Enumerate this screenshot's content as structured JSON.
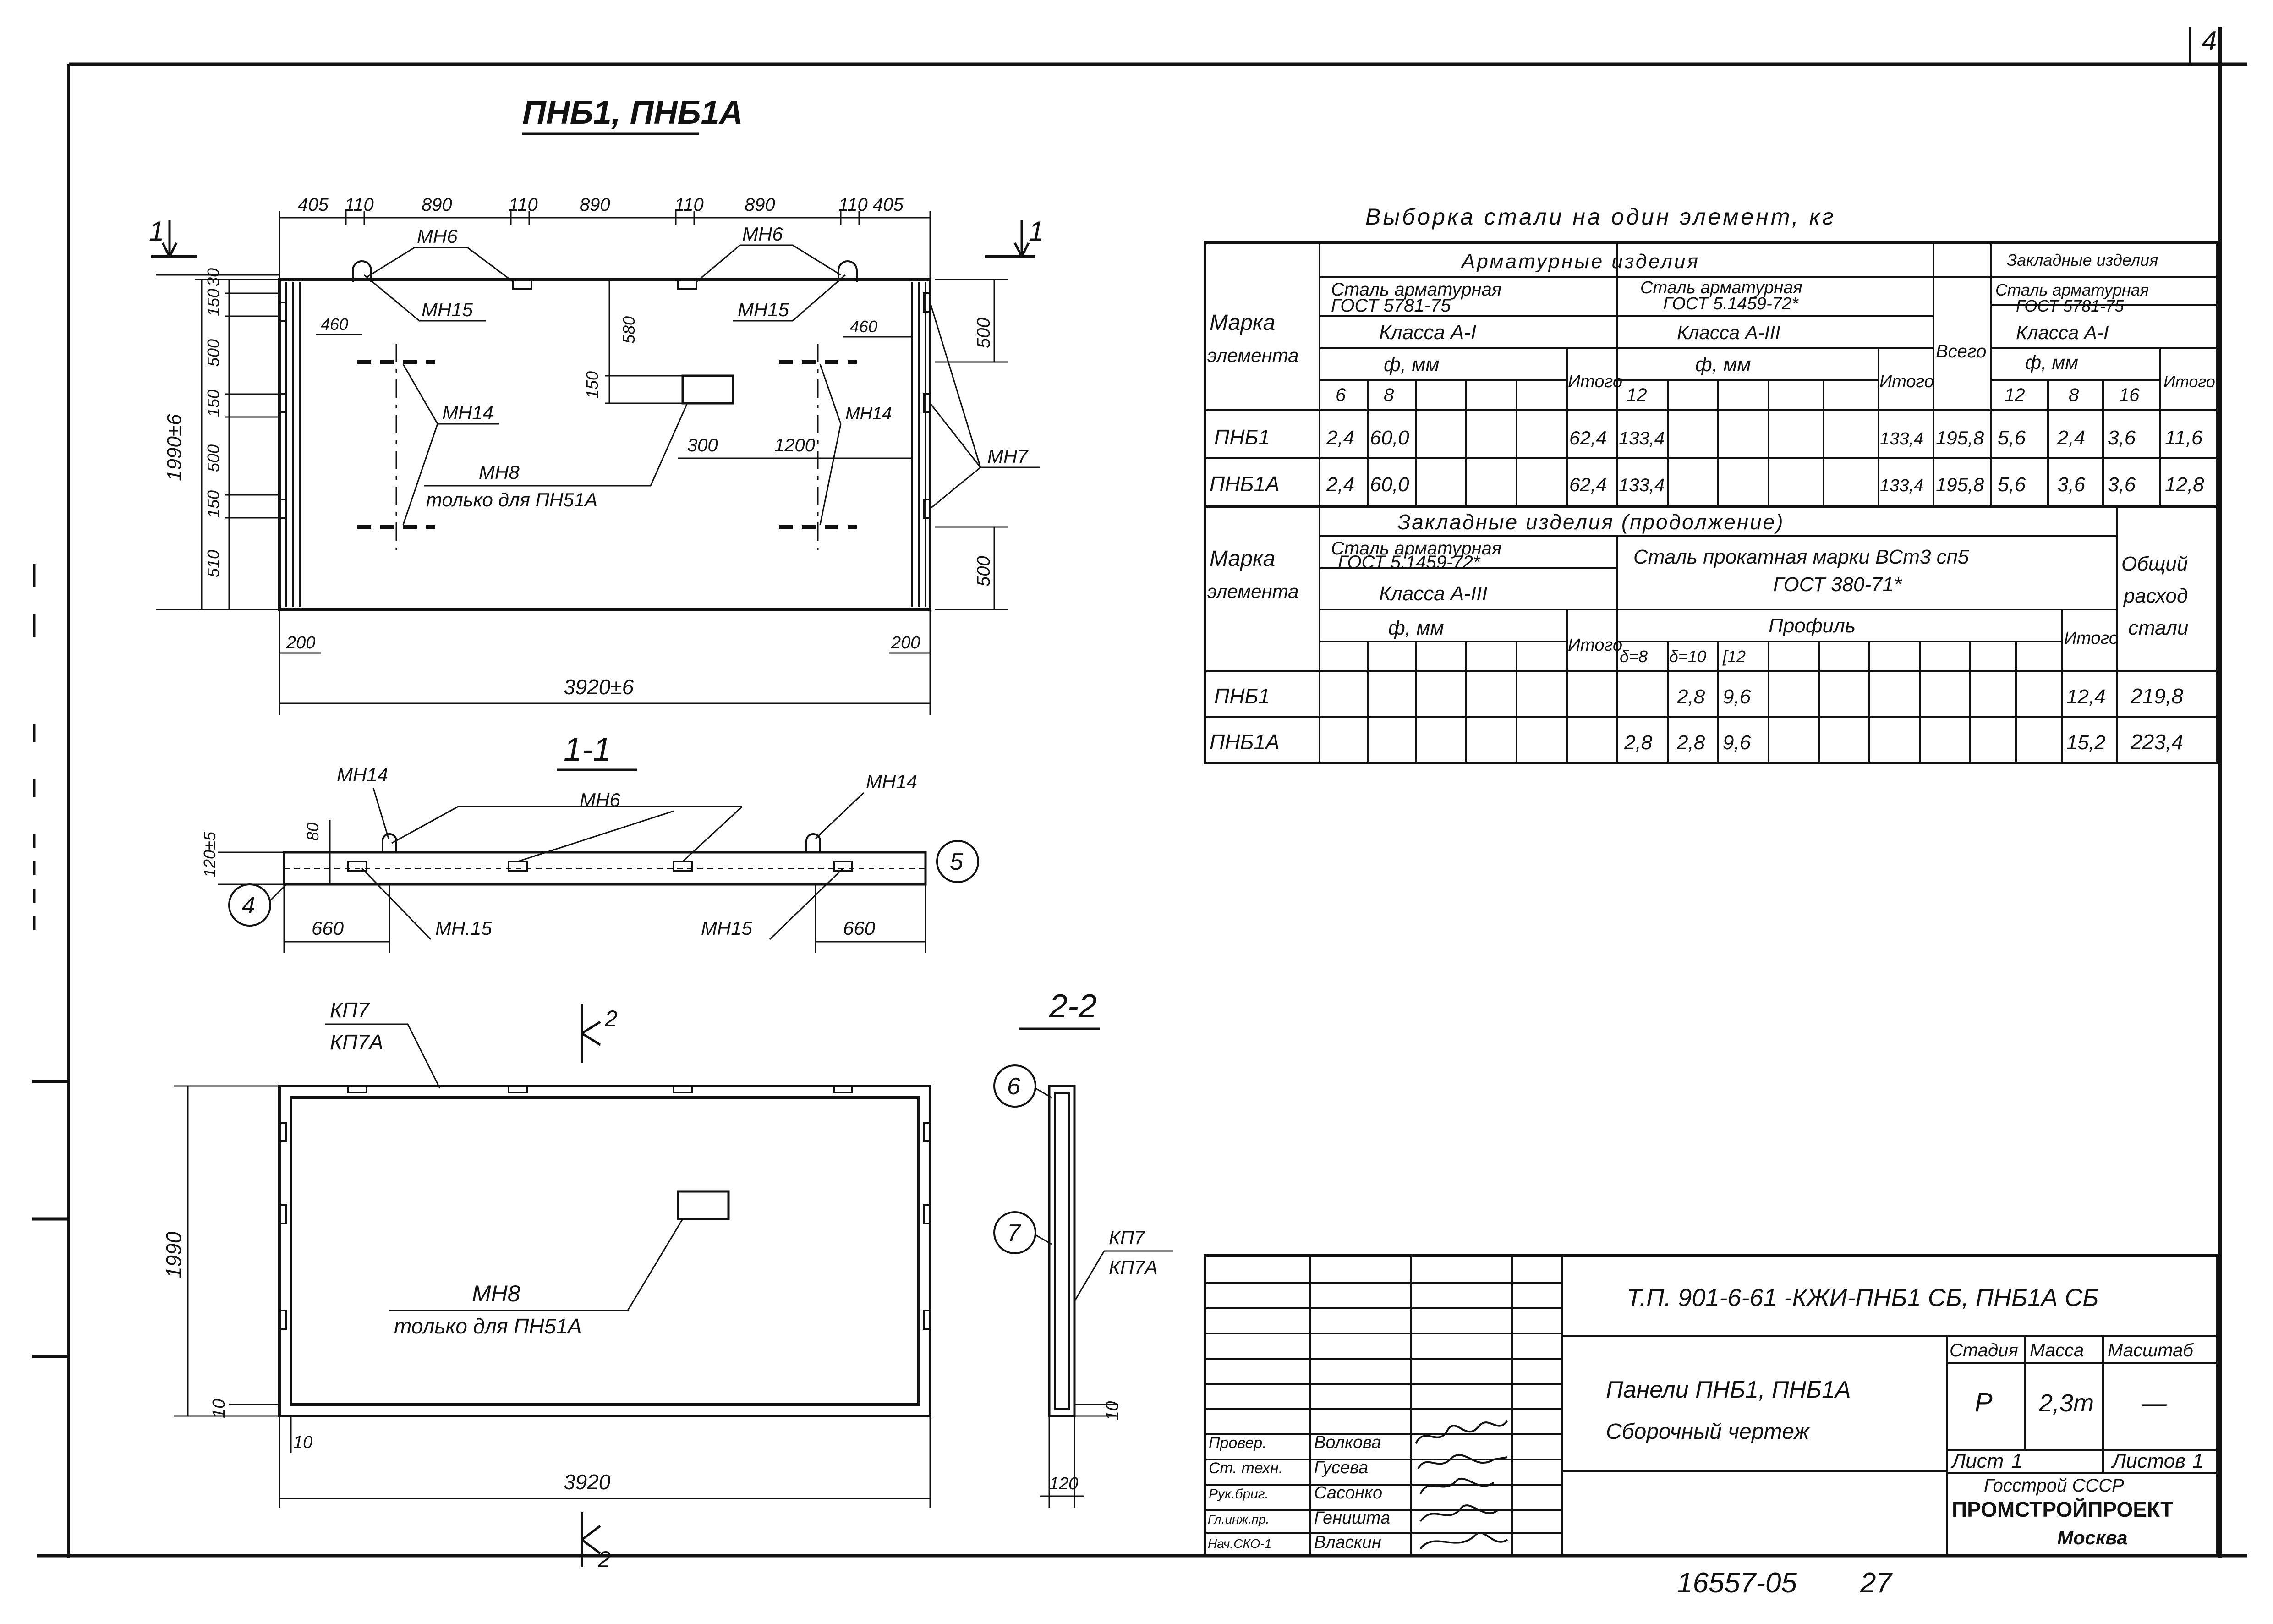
{
  "corner_mark": "4",
  "margin_ticks": "",
  "main_title": "ПНБ1, ПНБ1А",
  "plan": {
    "dims_top": [
      "405",
      "110",
      "890",
      "110",
      "890",
      "110",
      "890",
      "110",
      "405"
    ],
    "dims_left": [
      "30",
      "150",
      "500",
      "150",
      "500",
      "150",
      "510"
    ],
    "dim_height": "1990±6",
    "dim_width": "3920±6",
    "dim_580": "580",
    "dim_150": "150",
    "dim_460_left": "460",
    "dim_460_right": "460",
    "dim_500_top": "500",
    "dim_500_bottom": "500",
    "dim_300": "300",
    "dim_1200": "1200",
    "dim_200_left": "200",
    "dim_200_right": "200",
    "section_mark": "1",
    "labels": {
      "mn6_left": "МН6",
      "mn6_right": "МН6",
      "mn15_left": "МН15",
      "mn15_right": "МН15",
      "mn14_left": "МН14",
      "mn14_right": "МН14",
      "mn8": "МН8",
      "mn8_note": "только для ПН51А",
      "mn7": "МН7"
    }
  },
  "section_1_1": {
    "title": "1-1",
    "mn14_left": "МН14",
    "mn14_right": "МН14",
    "mn6": "МН6",
    "mn15_left": "МН.15",
    "mn15_right": "МН15",
    "dim_80": "80",
    "dim_120": "120±5",
    "dim_660_left": "660",
    "dim_660_right": "660",
    "circle_left": "4",
    "circle_right": "5"
  },
  "elevation": {
    "kp7": "КП7",
    "kp7a": "КП7А",
    "section_mark": "2",
    "mn8": "МН8",
    "mn8_note": "только для ПН51А",
    "dim_height": "1990",
    "dim_width": "3920",
    "dim_10_left": "10",
    "dim_10_bottom": "10"
  },
  "section_2_2": {
    "title": "2-2",
    "circle_top": "6",
    "circle_mid": "7",
    "kp7": "КП7",
    "kp7a": "КП7А",
    "dim_10": "10",
    "dim_120": "120"
  },
  "steel_table": {
    "title": "Выборка стали на один элемент, кг",
    "header1": {
      "marka": "Марка",
      "elementa": "элемента",
      "armatura_group": "Арматурные изделия",
      "steel_a1": "Сталь арматурная",
      "gost_a1": "ГОСТ 5781-75",
      "class_a1": "Класса А-I",
      "phi_mm_a1": "ф, мм",
      "steel_a3": "Сталь арматурная",
      "gost_a3": "ГОСТ 5.1459-72*",
      "class_a3": "Класса А-III",
      "phi_mm_a3": "ф, мм",
      "itogo_1": "Итого",
      "itogo_2": "Итого",
      "vsego": "Всего",
      "zakladnye": "Закладные изделия",
      "steel_z": "Сталь арматурная",
      "gost_z": "ГОСТ 5781-75",
      "class_z": "Класса А-I",
      "phi_mm_z": "ф, мм",
      "itogo_3": "Итого",
      "d6": "6",
      "d8": "8",
      "d12": "12",
      "dz12": "12",
      "dz8": "8",
      "dz16": "16"
    },
    "rows1": [
      {
        "mark": "ПНБ1",
        "d6": "2,4",
        "d8": "60,0",
        "itogo1": "62,4",
        "d12": "133,4",
        "itogo2": "133,4",
        "vsego": "195,8",
        "z12": "5,6",
        "z8": "2,4",
        "z16": "3,6",
        "itogo3": "11,6"
      },
      {
        "mark": "ПНБ1А",
        "d6": "2,4",
        "d8": "60,0",
        "itogo1": "62,4",
        "d12": "133,4",
        "itogo2": "133,4",
        "vsego": "195,8",
        "z12": "5,6",
        "z8": "3,6",
        "z16": "3,6",
        "itogo3": "12,8"
      }
    ],
    "header2": {
      "marka": "Марка",
      "elementa": "элемента",
      "group": "Закладные изделия (продолжение)",
      "steel_a3": "Сталь арматурная",
      "gost_a3": "ГОСТ 5.1459-72*",
      "class_a3": "Класса А-III",
      "phi_mm": "ф, мм",
      "itogo": "Итого",
      "rolled": "Сталь прокатная марки ВСт3 сп5",
      "rolled_gost": "ГОСТ 380-71*",
      "profile": "Профиль",
      "itogo_p": "Итого",
      "total_1": "Общий",
      "total_2": "расход",
      "total_3": "стали",
      "p_d8": "δ=8",
      "p_d10": "δ=10",
      "p_c12": "[12"
    },
    "rows2": [
      {
        "mark": "ПНБ1",
        "pd8": "",
        "pd10": "2,8",
        "pc12": "9,6",
        "itogo": "12,4",
        "total": "219,8"
      },
      {
        "mark": "ПНБ1А",
        "pd8": "2,8",
        "pd10": "2,8",
        "pc12": "9,6",
        "itogo": "15,2",
        "total": "223,4"
      }
    ]
  },
  "title_block": {
    "code": "Т.П. 901-6-61 -КЖИ-ПНБ1 СБ, ПНБ1А СБ",
    "name_1": "Панели ПНБ1, ПНБ1А",
    "name_2": "Сборочный чертеж",
    "stage_label": "Стадия",
    "mass_label": "Масса",
    "scale_label": "Масштаб",
    "stage": "Р",
    "mass": "2,3т",
    "scale": "—",
    "sheet_label": "Лист",
    "sheet": "1",
    "sheets_label": "Листов",
    "sheets": "1",
    "org_1": "Госстрой СССР",
    "org_2": "ПРОМСТРОЙПРОЕКТ",
    "org_3": "Москва",
    "roles": [
      {
        "role": "Провер.",
        "name": "Волкова"
      },
      {
        "role": "Ст. техн.",
        "name": "Гусева"
      },
      {
        "role": "Рук.бриг.",
        "name": "Сасонко"
      },
      {
        "role": "Гл.инж.пр.",
        "name": "Геништа"
      },
      {
        "role": "Нач.СКО-1",
        "name": "Власкин"
      }
    ]
  },
  "footer_number": "16557-05",
  "footer_page": "27"
}
